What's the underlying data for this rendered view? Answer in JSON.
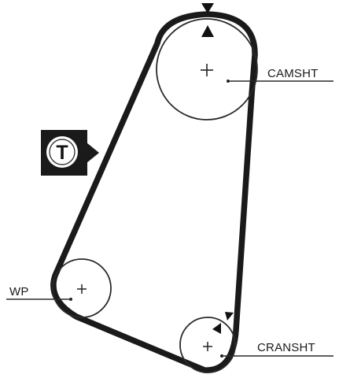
{
  "diagram": {
    "labels": {
      "camshaft": "CAMSHT",
      "crankshaft": "CRANSHT",
      "water_pump": "WP",
      "tensioner": "T"
    },
    "colors": {
      "belt": "#1a1a1a",
      "pulley_outline": "#2a2a2a",
      "background": "#ffffff",
      "tensioner_box": "#1a1a1a",
      "tensioner_circle": "#ffffff"
    }
  }
}
